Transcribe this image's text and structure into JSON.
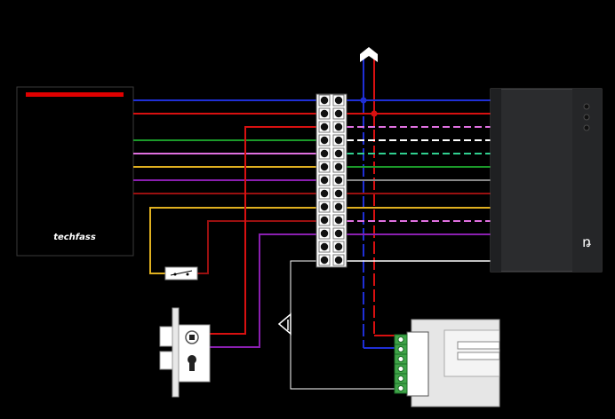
{
  "reader": {
    "brand": "techfass",
    "body_color": "#000000",
    "border_color": "#3a3a3a",
    "stripe_color": "#e00000"
  },
  "controller": {
    "logo_glyph": "ꬻ",
    "led_count": 3,
    "body_color": "#2b2c2e"
  },
  "terminal_block": {
    "rows": 13,
    "columns": 2
  },
  "connector": {
    "pin_count": 6,
    "color": "#3fa548"
  },
  "wire_colors": {
    "blue": "#1f2fd6",
    "red": "#d81010",
    "green": "#1b9a2a",
    "pink": "#e070e0",
    "yellow": "#e0b020",
    "purple": "#8a1fb0",
    "dark_red": "#9a1010",
    "white": "#ffffff",
    "gray": "#888888",
    "cyan_green": "#30d090"
  },
  "icons": {
    "power_in": "chevron-up-icon",
    "lock": "mortise-lock-icon",
    "switch": "door-switch-icon",
    "diode": "diode-icon"
  }
}
